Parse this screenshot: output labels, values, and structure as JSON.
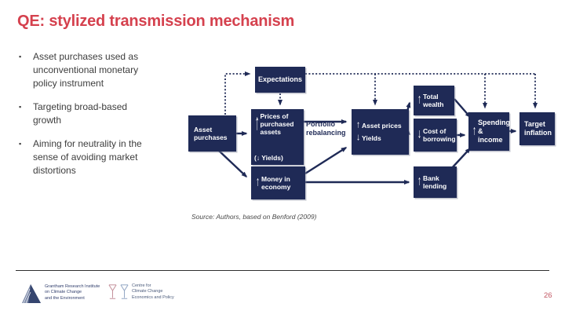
{
  "slide": {
    "title": "QE: stylized transmission mechanism",
    "page_number": "26",
    "source_note": "Source: Authors, based on Benford (2009)"
  },
  "bullets": [
    "Asset purchases used as unconventional monetary policy instrument",
    "Targeting broad-based growth",
    "Aiming for neutrality in the sense of avoiding market distortions"
  ],
  "diagram": {
    "expectations": "Expectations",
    "asset_purchases": "Asset purchases",
    "prices_arrow": "↑",
    "prices_label": "Prices of purchased assets",
    "prices_sub": "(↓ Yields)",
    "portfolio_label": "Portfolio rebalancing",
    "asset_prices_up": "↑",
    "asset_prices_label": "Asset prices",
    "yields_down": "↓",
    "yields_label": "Yields",
    "money_arrow": "↑",
    "money_label": "Money in economy",
    "total_wealth_arrow": "↑",
    "total_wealth_label": "Total wealth",
    "cost_arrow": "↓",
    "cost_label": "Cost of borrowing",
    "bank_arrow": "↑",
    "bank_label": "Bank lending",
    "spending_arrow": "↑",
    "spending_label": "Spending & income",
    "target_label": "Target inflation"
  },
  "footer": {
    "logo1_lines": [
      "Grantham Research Institute",
      "on Climate Change",
      "and the Environment"
    ],
    "logo2_lines": [
      "Centre for",
      "Climate Change",
      "Economics and Policy"
    ]
  },
  "colors": {
    "navy": "#1f2a56",
    "title_red": "#d5414e",
    "page_red": "#c25763"
  }
}
